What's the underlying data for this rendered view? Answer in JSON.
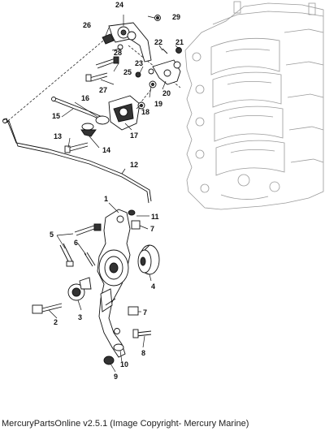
{
  "footer": {
    "text": "MercuryPartsOnline v2.5.1 (Image Copyright- Mercury Marine)"
  },
  "callouts": [
    {
      "id": "c1",
      "label": "1"
    },
    {
      "id": "c2",
      "label": "2"
    },
    {
      "id": "c3",
      "label": "3"
    },
    {
      "id": "c4",
      "label": "4"
    },
    {
      "id": "c5",
      "label": "5"
    },
    {
      "id": "c6",
      "label": "6"
    },
    {
      "id": "c7a",
      "label": "7"
    },
    {
      "id": "c7b",
      "label": "7"
    },
    {
      "id": "c8",
      "label": "8"
    },
    {
      "id": "c9",
      "label": "9"
    },
    {
      "id": "c10",
      "label": "10"
    },
    {
      "id": "c11",
      "label": "11"
    },
    {
      "id": "c12",
      "label": "12"
    },
    {
      "id": "c13",
      "label": "13"
    },
    {
      "id": "c14",
      "label": "14"
    },
    {
      "id": "c15",
      "label": "15"
    },
    {
      "id": "c16",
      "label": "16"
    },
    {
      "id": "c17",
      "label": "17"
    },
    {
      "id": "c18",
      "label": "18"
    },
    {
      "id": "c19",
      "label": "19"
    },
    {
      "id": "c20",
      "label": "20"
    },
    {
      "id": "c21",
      "label": "21"
    },
    {
      "id": "c22",
      "label": "22"
    },
    {
      "id": "c23",
      "label": "23"
    },
    {
      "id": "c24",
      "label": "24"
    },
    {
      "id": "c25",
      "label": "25"
    },
    {
      "id": "c26",
      "label": "26"
    },
    {
      "id": "c27",
      "label": "27"
    },
    {
      "id": "c28",
      "label": "28"
    },
    {
      "id": "c29",
      "label": "29"
    }
  ]
}
